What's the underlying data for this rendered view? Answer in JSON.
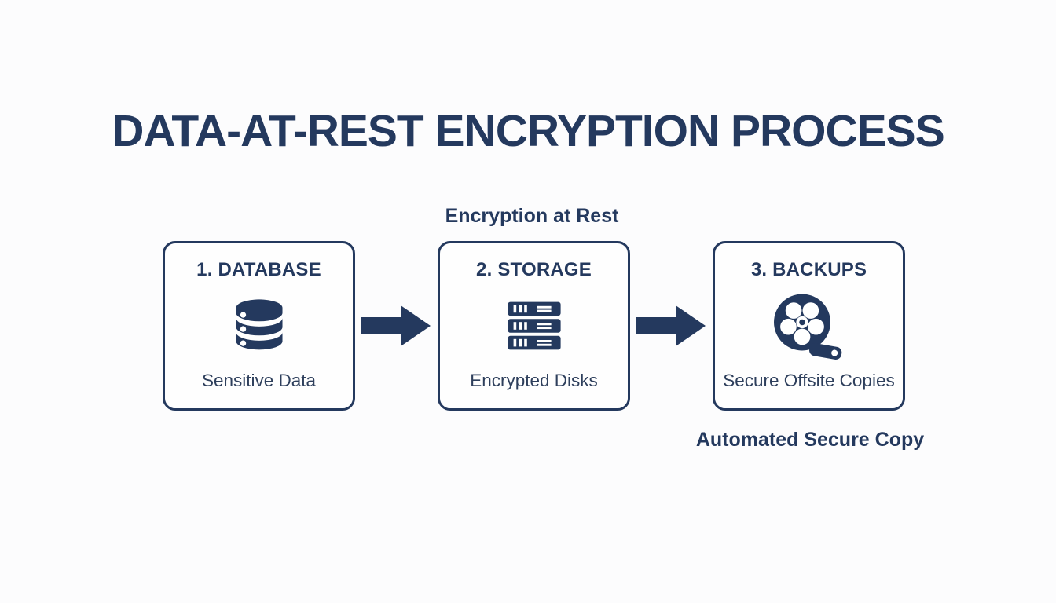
{
  "title": "DATA-AT-REST ENCRYPTION PROCESS",
  "labels": {
    "above_storage": "Encryption at Rest",
    "below_backups": "Automated Secure Copy"
  },
  "steps": [
    {
      "heading": "1. DATABASE",
      "caption": "Sensitive Data",
      "icon": "database-icon"
    },
    {
      "heading": "2. STORAGE",
      "caption": "Encrypted Disks",
      "icon": "server-stack-icon"
    },
    {
      "heading": "3. BACKUPS",
      "caption": "Secure Offsite Copies",
      "icon": "film-reel-icon"
    }
  ],
  "connectors": [
    {
      "icon": "arrow-right-icon"
    },
    {
      "icon": "arrow-right-icon"
    }
  ],
  "colors": {
    "navy": "#24395e",
    "caption-navy": "#2e3f5c",
    "page-bg": "#fcfcfd",
    "box-bg": "#fefefe"
  }
}
